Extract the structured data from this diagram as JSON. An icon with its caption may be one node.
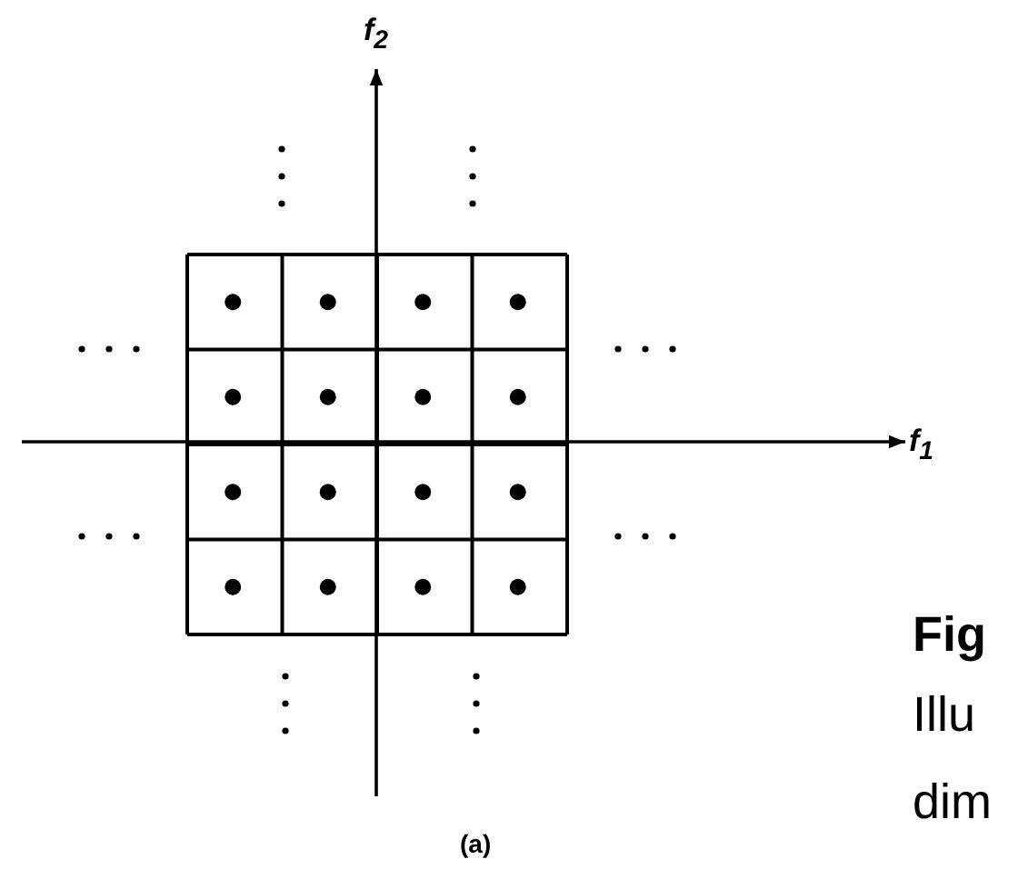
{
  "diagram": {
    "labels": [
      "f$_{2}$",
      "f$_{1}$",
      "(a)",
      "Fig",
      "Illu",
      "dim"
    ]
  }
}
